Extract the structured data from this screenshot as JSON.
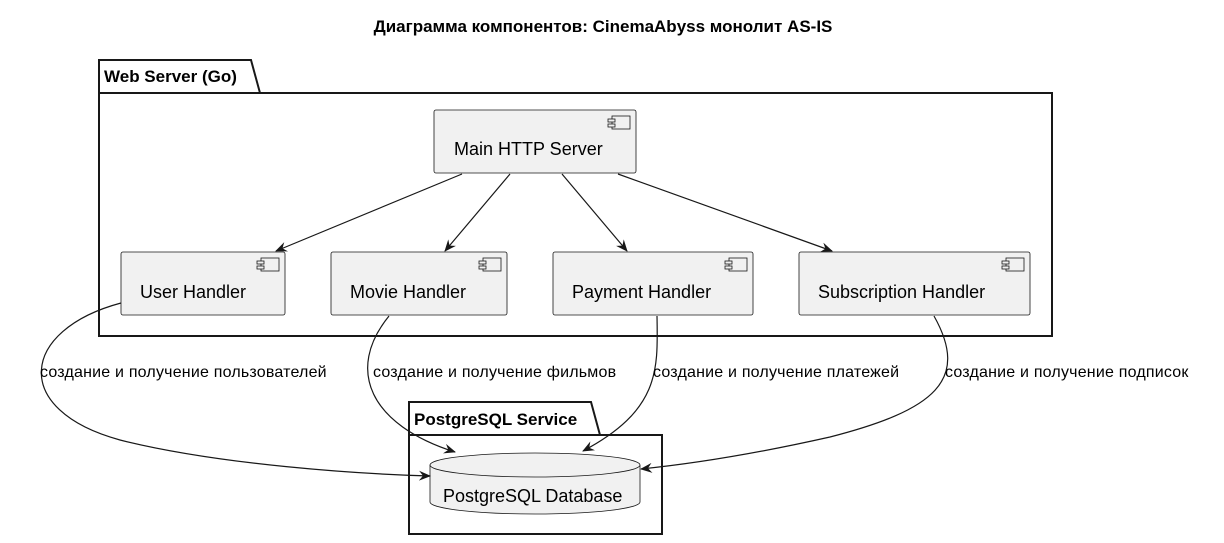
{
  "title": "Диаграмма компонентов: CinemaAbyss монолит AS-IS",
  "packages": {
    "web_server": "Web Server (Go)",
    "postgres_service": "PostgreSQL Service"
  },
  "components": {
    "main_server": "Main HTTP Server",
    "user_handler": "User Handler",
    "movie_handler": "Movie Handler",
    "payment_handler": "Payment Handler",
    "subscription_handler": "Subscription Handler"
  },
  "database": "PostgreSQL Database",
  "edge_labels": {
    "users": "создание и получение пользователей",
    "movies": "создание и получение фильмов",
    "payments": "создание и получение платежей",
    "subscriptions": "создание и получение подписок"
  },
  "colors": {
    "node_fill": "#f1f1f1",
    "stroke": "#181818",
    "background": "#ffffff"
  }
}
